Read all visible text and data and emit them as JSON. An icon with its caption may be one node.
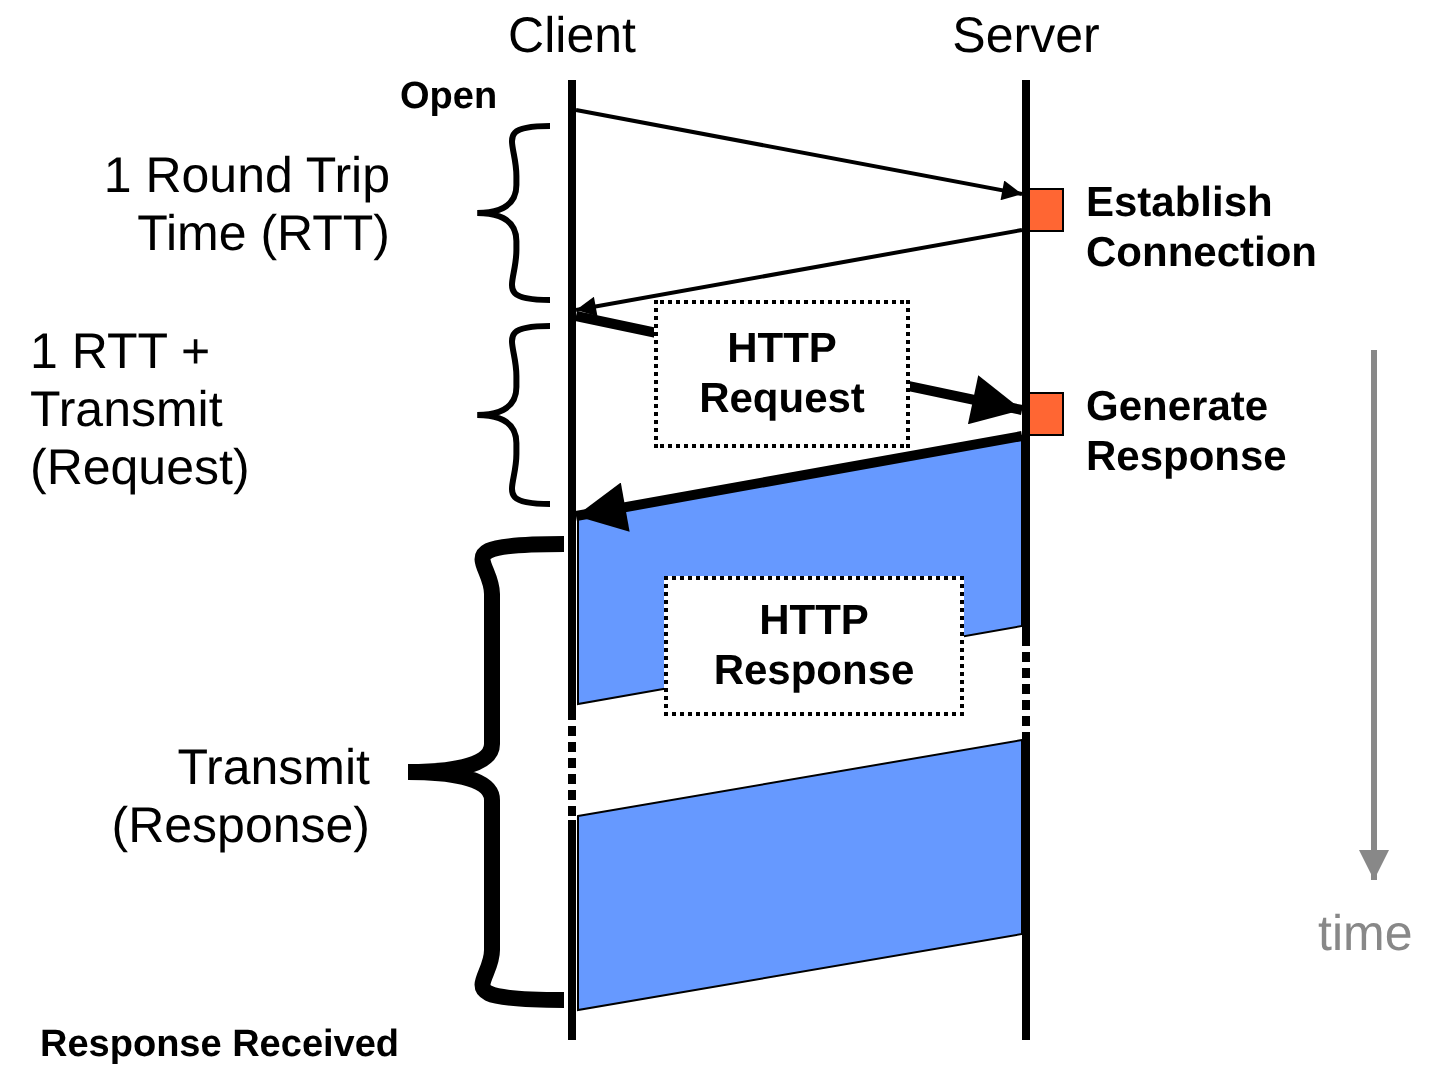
{
  "diagram": {
    "nodes": [
      {
        "text": [
          "Client"
        ]
      },
      {
        "text": [
          "Server"
        ]
      },
      {
        "text": [],
        "shape": "box",
        "beside": [
          "Establish Connection"
        ]
      },
      {
        "text": [],
        "shape": "box",
        "beside": [
          "Generate Response"
        ]
      }
    ],
    "edges": [
      {
        "from": 0,
        "to": 1,
        "arrow": "to"
      },
      {
        "from": 1,
        "to": 0,
        "arrow": "to"
      },
      {
        "from": 0,
        "to": 1,
        "arrow": "to",
        "label": "HTTP Request",
        "style": "thick"
      },
      {
        "from": 1,
        "to": 0,
        "arrow": "to",
        "style": "thick"
      }
    ],
    "labels": [
      "Open",
      "1 Round Trip Time (RTT)",
      "1 RTT + Transmit (Request)",
      "Transmit (Response)",
      "HTTP Response",
      "Response Received",
      "time"
    ]
  }
}
